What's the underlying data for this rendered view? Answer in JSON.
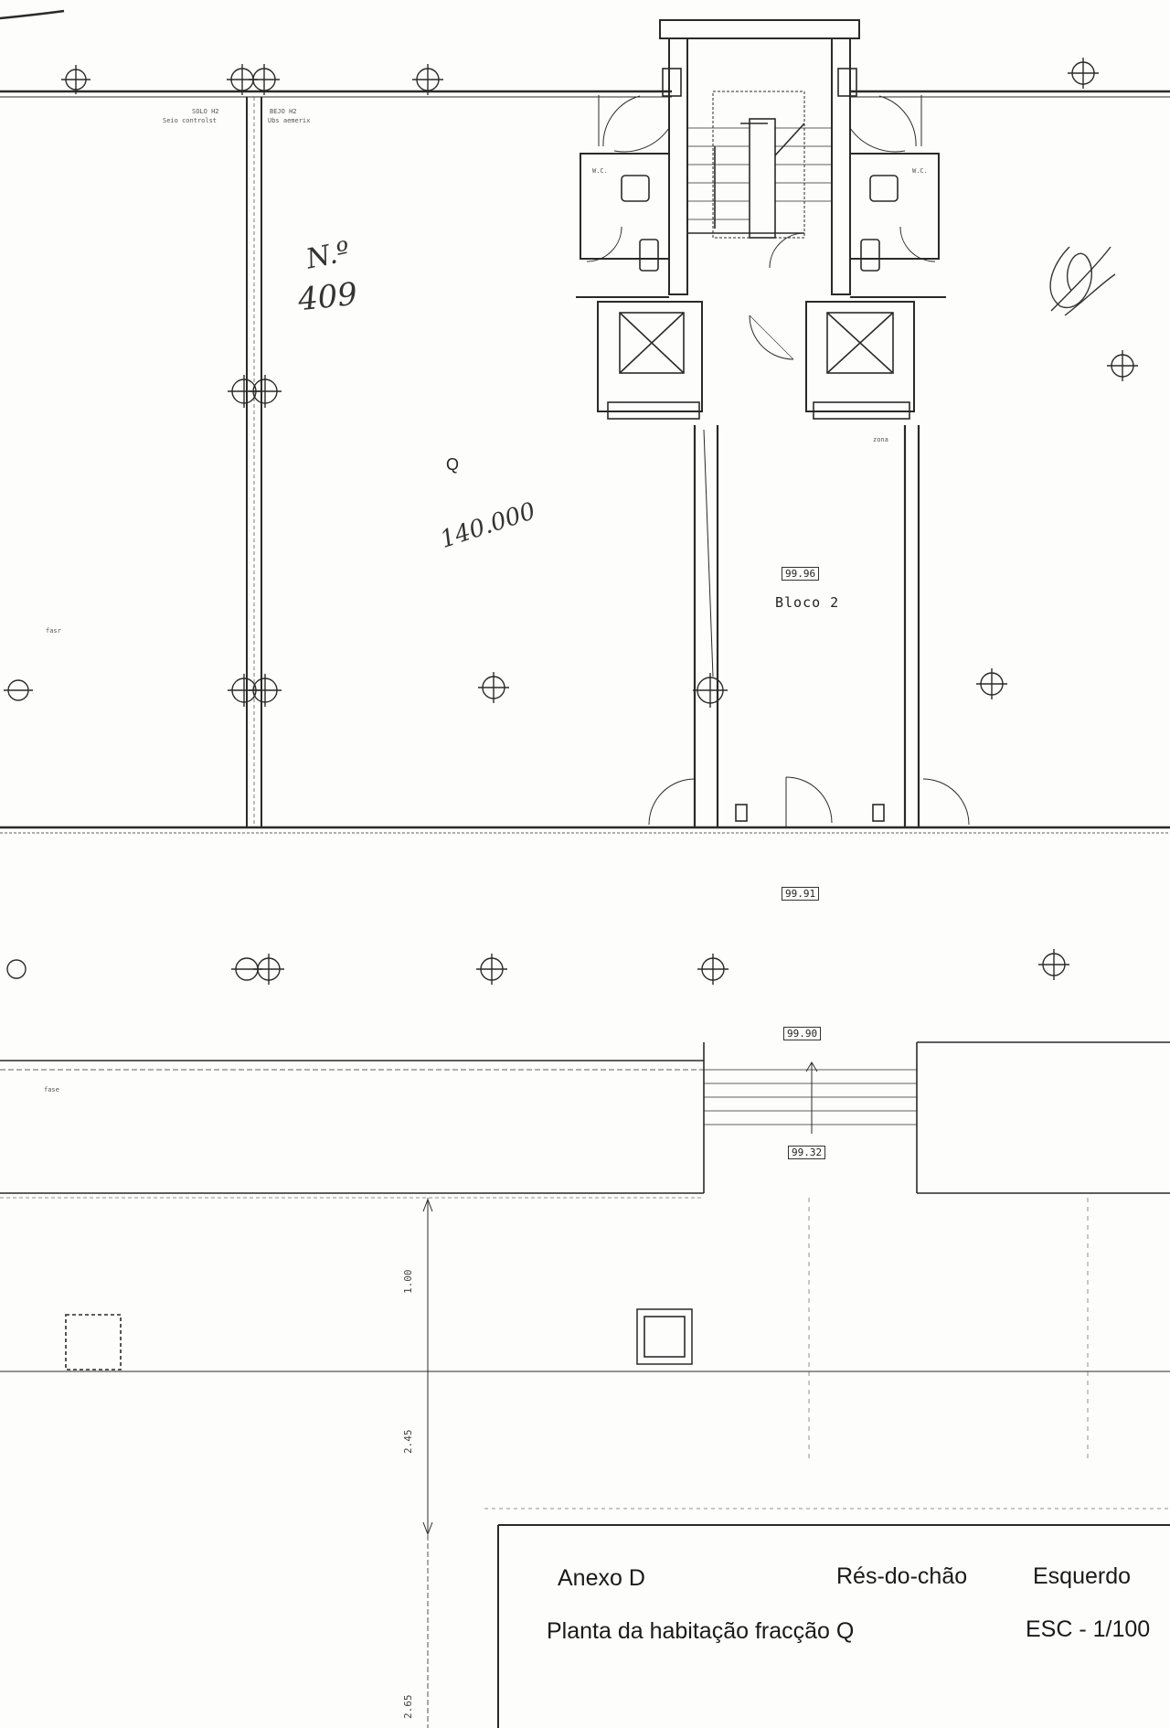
{
  "labels": {
    "room_top_left_1": "SOLO H2",
    "room_top_left_2": "Seio controlst",
    "room_top_mid_1": "BEJO H2",
    "room_top_mid_2": "Ubs aemerix",
    "wc_left": "W.C.",
    "wc_right": "W.C.",
    "zone_small": "zona",
    "small_left": "fasr",
    "small_left2": "fase",
    "fraction_letter": "Q",
    "level_1": "99.96",
    "block_name": "Bloco 2",
    "level_2": "99.91",
    "level_3": "99.90",
    "level_4": "99.32",
    "dim_1": "1.00",
    "dim_2": "2.45",
    "dim_3": "2.65"
  },
  "handwriting": {
    "number_prefix": "N.º",
    "number": "409",
    "value": "140.000"
  },
  "title_block": {
    "annex": "Anexo D",
    "floor": "Rés-do-chão",
    "side": "Esquerdo",
    "description": "Planta da habitação fracção Q",
    "scale": "ESC - 1/100"
  }
}
